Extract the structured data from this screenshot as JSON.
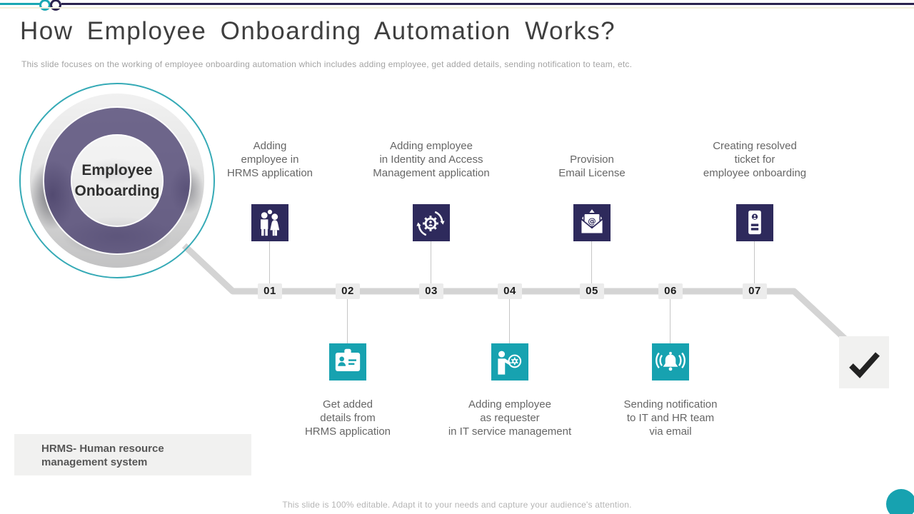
{
  "slide": {
    "title": "How Employee Onboarding Automation Works?",
    "subtitle": "This slide focuses on the working of employee onboarding automation which includes adding employee, get added details, sending notification to team, etc.",
    "center_graphic": {
      "label": "Employee\nOnboarding"
    },
    "footnote": "HRMS- Human resource\nmanagement system",
    "footer": "This slide is 100% editable. Adapt it to your needs and capture your audience's attention."
  },
  "timeline": {
    "steps": [
      {
        "number": "01",
        "side": "top",
        "icon": "people-icon",
        "label": "Adding\nemployee in\nHRMS application"
      },
      {
        "number": "02",
        "side": "bottom",
        "icon": "id-card-icon",
        "label": "Get added\ndetails from\nHRMS application"
      },
      {
        "number": "03",
        "side": "top",
        "icon": "identity-access-gear-icon",
        "label": "Adding employee\nin Identity and Access\nManagement application"
      },
      {
        "number": "04",
        "side": "bottom",
        "icon": "requester-gear-icon",
        "label": "Adding employee\nas requester\nin IT service management"
      },
      {
        "number": "05",
        "side": "top",
        "icon": "email-at-icon",
        "label": "Provision\nEmail License"
      },
      {
        "number": "06",
        "side": "bottom",
        "icon": "notification-bell-icon",
        "label": "Sending notification\nto IT and HR team\nvia email"
      },
      {
        "number": "07",
        "side": "top",
        "icon": "resolved-ticket-icon",
        "label": "Creating resolved\nticket for\nemployee onboarding"
      }
    ],
    "end_marker": "checkmark-icon"
  },
  "colors": {
    "teal": "#17a2b0",
    "navy": "#2e2a5c",
    "top_line_navy": "#2b234f",
    "accent_purple": "#4e4472",
    "timeline_gray": "#d4d4d4"
  }
}
